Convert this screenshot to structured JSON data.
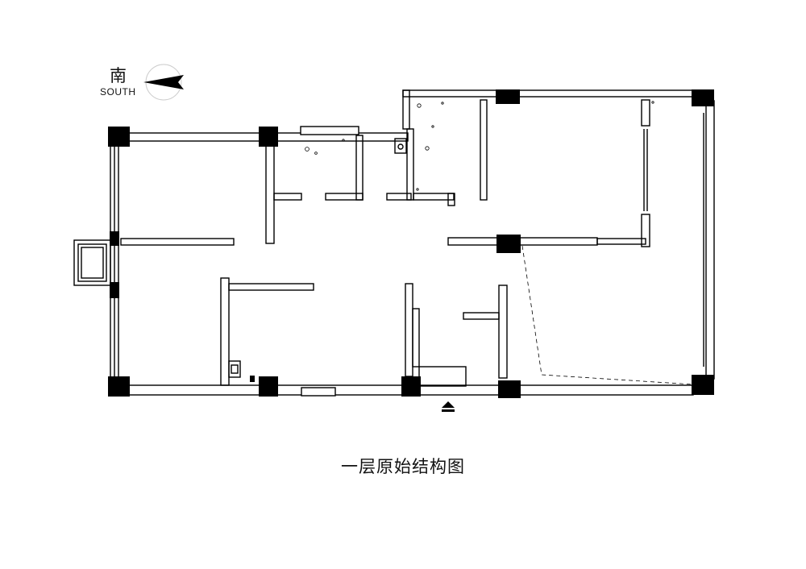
{
  "compass": {
    "label_cn": "南",
    "label_en": "SOUTH",
    "icon": "north-arrow-icon"
  },
  "plan": {
    "title": "一层原始结构图",
    "entrance_icon": "entrance-arrow-icon",
    "colors": {
      "wall": "#000000",
      "background": "#ffffff"
    }
  }
}
